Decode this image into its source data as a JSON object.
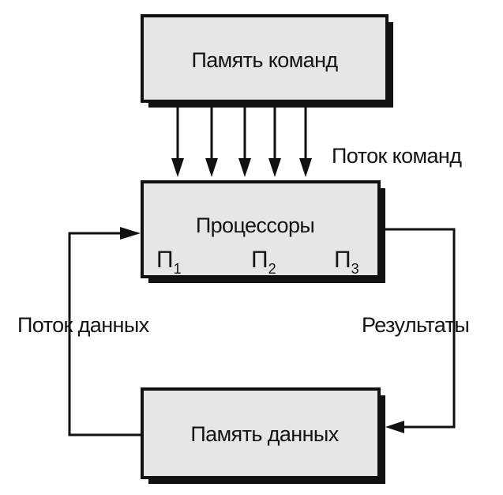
{
  "instruction_memory": {
    "label": "Память команд"
  },
  "instruction_stream": {
    "label": "Поток команд"
  },
  "processors": {
    "label": "Процессоры",
    "items": [
      {
        "letter": "П",
        "index": "1"
      },
      {
        "letter": "П",
        "index": "2"
      },
      {
        "letter": "П",
        "index": "3"
      }
    ]
  },
  "data_stream": {
    "label": "Поток данных"
  },
  "results": {
    "label": "Результаты"
  },
  "data_memory": {
    "label": "Память данных"
  }
}
